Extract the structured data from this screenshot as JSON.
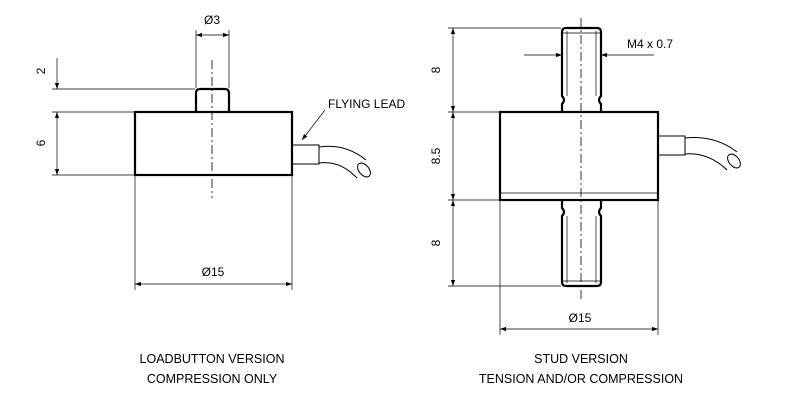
{
  "loadbutton": {
    "dims": {
      "pin_diameter": "Ø3",
      "pin_height": "2",
      "body_height": "6",
      "body_diameter": "Ø15"
    },
    "callout": "FLYING LEAD",
    "caption_line1": "LOADBUTTON VERSION",
    "caption_line2": "COMPRESSION ONLY"
  },
  "stud": {
    "dims": {
      "thread": "M4 x 0.7",
      "upper_stud_length": "8",
      "body_height": "8.5",
      "lower_stud_length": "8",
      "body_diameter": "Ø15"
    },
    "caption_line1": "STUD VERSION",
    "caption_line2": "TENSION AND/OR COMPRESSION"
  }
}
